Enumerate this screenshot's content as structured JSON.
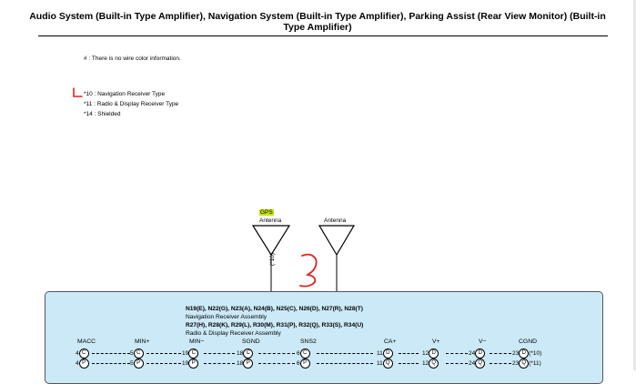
{
  "title": "Audio System (Built-in Type Amplifier), Navigation System (Built-in Type Amplifier), Parking Assist (Rear View Monitor) (Built-in Type Amplifier)",
  "wire_note": "# : There is no wire color information.",
  "legend": [
    "*10 : Navigation Receiver Type",
    "*11 : Radio & Display Receiver Type",
    "*14 : Shielded"
  ],
  "antennas": {
    "gps_label": "GPS",
    "left_label": "Antenna",
    "right_label": "Antenna",
    "note": "(*10)"
  },
  "assembly": {
    "nav_connectors": "N19(E), N22(G), N23(A), N24(B), N25(C), N26(D), N27(R), N28(T)",
    "nav_name": "Navigation Receiver Assembly",
    "radio_connectors": "R27(H), R28(K), R29(L), R30(M), R31(P), R32(Q), R33(S), R34(U)",
    "radio_name": "Radio & Display Receiver Assembly"
  },
  "signals": [
    "MACC",
    "MIN+",
    "MIN−",
    "SGND",
    "SNS2",
    "CA+",
    "V+",
    "V−",
    "CGND"
  ],
  "pins_row1": [
    {
      "num": "4",
      "conn": "C"
    },
    {
      "num": "5",
      "conn": "C"
    },
    {
      "num": "19",
      "conn": "C"
    },
    {
      "num": "18",
      "conn": "C"
    },
    {
      "num": "6",
      "conn": "C"
    },
    {
      "num": "11",
      "conn": "D"
    },
    {
      "num": "12",
      "conn": "D"
    },
    {
      "num": "24",
      "conn": "D"
    },
    {
      "num": "23",
      "conn": "D"
    }
  ],
  "pins_row2": [
    {
      "num": "4",
      "conn": "P"
    },
    {
      "num": "5",
      "conn": "P"
    },
    {
      "num": "19",
      "conn": "P"
    },
    {
      "num": "18",
      "conn": "P"
    },
    {
      "num": "6",
      "conn": "P"
    },
    {
      "num": "11",
      "conn": "Q"
    },
    {
      "num": "12",
      "conn": "Q"
    },
    {
      "num": "24",
      "conn": "Q"
    },
    {
      "num": "23",
      "conn": "Q"
    }
  ],
  "row1_suffix": "(*10)",
  "row2_suffix": "(*11)",
  "colors": {
    "panel": "#cce9f7",
    "annotation": "#e02020",
    "gps_highlight": "#c8e400"
  }
}
